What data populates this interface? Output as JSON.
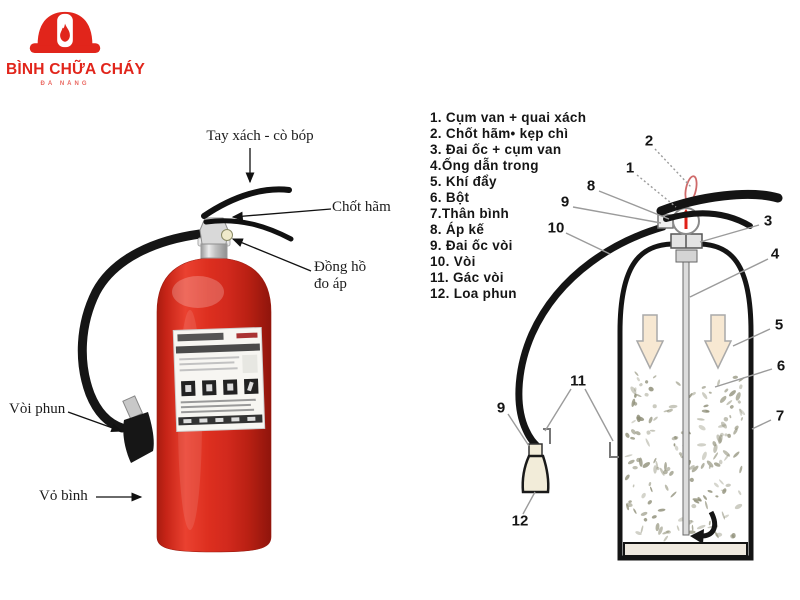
{
  "logo": {
    "title": "BÌNH CHỮA CHÁY",
    "subtitle": "ĐÀ NẴNG",
    "brand_color": "#e1251b",
    "icon": "fire-helmet-icon"
  },
  "photo": {
    "labels": {
      "handle": "Tay xách - cò bóp",
      "safety_pin": "Chốt hãm",
      "gauge_line1": "Đồng hồ",
      "gauge_line2": "đo áp",
      "nozzle": "Vòi phun",
      "shell": "Vỏ bình"
    },
    "body_color": "#d2291d"
  },
  "diagram": {
    "legend": [
      "1. Cụm van + quai xách",
      "2. Chốt hãm• kẹp chì",
      "3. Đai ốc + cụm van",
      "4.Ống dẫn trong",
      "5. Khí đẩy",
      "6. Bột",
      "7.Thân bình",
      "8. Áp kế",
      "9. Đai ốc vòi",
      "10. Vòi",
      "11. Gác vòi",
      "12. Loa phun"
    ],
    "callouts": {
      "c1": "1",
      "c2": "2",
      "c3": "3",
      "c4": "4",
      "c5": "5",
      "c6": "6",
      "c7": "7",
      "c8": "8",
      "c9_top": "9",
      "c9_bottom": "9",
      "c10": "10",
      "c11": "11",
      "c12": "12"
    },
    "powder_color": "#8d8d76",
    "gas_arrow_fill": "#f7e8d2"
  }
}
